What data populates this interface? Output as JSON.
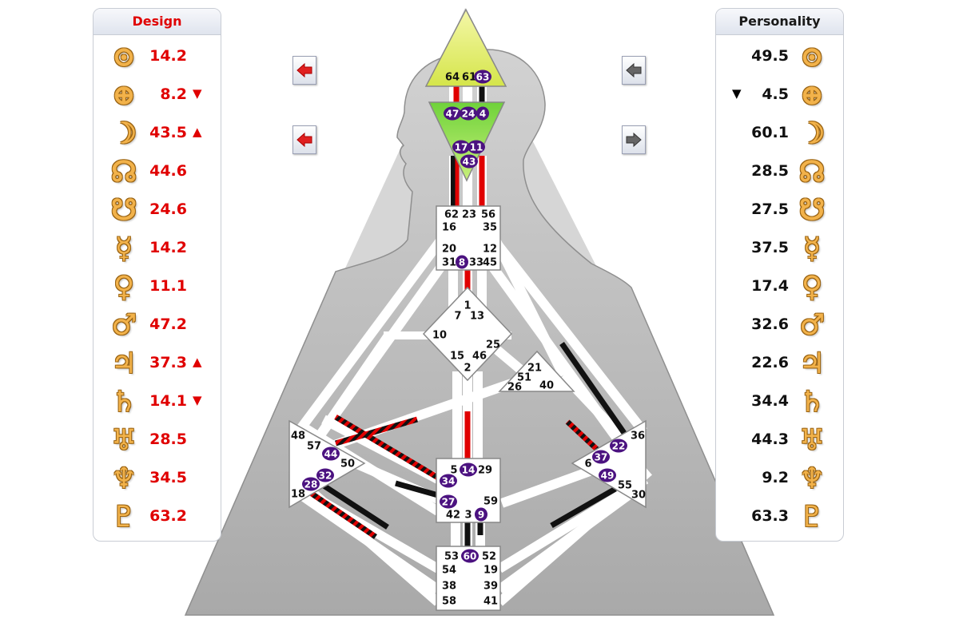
{
  "design": {
    "title": "Design",
    "rows": [
      {
        "icon": "sun-icon",
        "glyph": "⊙",
        "value": "14.2",
        "arrow": ""
      },
      {
        "icon": "earth-icon",
        "glyph": "⊕",
        "value": "8.2",
        "arrow": "▼"
      },
      {
        "icon": "moon-icon",
        "glyph": "☽",
        "value": "43.5",
        "arrow": "▲"
      },
      {
        "icon": "north-node-icon",
        "glyph": "☊",
        "value": "44.6",
        "arrow": ""
      },
      {
        "icon": "south-node-icon",
        "glyph": "☋",
        "value": "24.6",
        "arrow": ""
      },
      {
        "icon": "mercury-icon",
        "glyph": "☿",
        "value": "14.2",
        "arrow": ""
      },
      {
        "icon": "venus-icon",
        "glyph": "♀",
        "value": "11.1",
        "arrow": ""
      },
      {
        "icon": "mars-icon",
        "glyph": "♂",
        "value": "47.2",
        "arrow": ""
      },
      {
        "icon": "jupiter-icon",
        "glyph": "♃",
        "value": "37.3",
        "arrow": "▲"
      },
      {
        "icon": "saturn-icon",
        "glyph": "♄",
        "value": "14.1",
        "arrow": "▼"
      },
      {
        "icon": "uranus-icon",
        "glyph": "♅",
        "value": "28.5",
        "arrow": ""
      },
      {
        "icon": "neptune-icon",
        "glyph": "♆",
        "value": "34.5",
        "arrow": ""
      },
      {
        "icon": "pluto-icon",
        "glyph": "♇",
        "value": "63.2",
        "arrow": ""
      }
    ]
  },
  "personality": {
    "title": "Personality",
    "rows": [
      {
        "icon": "sun-icon",
        "glyph": "⊙",
        "value": "49.5",
        "arrow": ""
      },
      {
        "icon": "earth-icon",
        "glyph": "⊕",
        "value": "4.5",
        "arrow": "▼"
      },
      {
        "icon": "moon-icon",
        "glyph": "☽",
        "value": "60.1",
        "arrow": ""
      },
      {
        "icon": "north-node-icon",
        "glyph": "☊",
        "value": "28.5",
        "arrow": ""
      },
      {
        "icon": "south-node-icon",
        "glyph": "☋",
        "value": "27.5",
        "arrow": ""
      },
      {
        "icon": "mercury-icon",
        "glyph": "☿",
        "value": "37.5",
        "arrow": ""
      },
      {
        "icon": "venus-icon",
        "glyph": "♀",
        "value": "17.4",
        "arrow": ""
      },
      {
        "icon": "mars-icon",
        "glyph": "♂",
        "value": "32.6",
        "arrow": ""
      },
      {
        "icon": "jupiter-icon",
        "glyph": "♃",
        "value": "22.6",
        "arrow": ""
      },
      {
        "icon": "saturn-icon",
        "glyph": "♄",
        "value": "34.4",
        "arrow": ""
      },
      {
        "icon": "uranus-icon",
        "glyph": "♅",
        "value": "44.3",
        "arrow": ""
      },
      {
        "icon": "neptune-icon",
        "glyph": "♆",
        "value": "9.2",
        "arrow": ""
      },
      {
        "icon": "pluto-icon",
        "glyph": "♇",
        "value": "63.3",
        "arrow": ""
      }
    ]
  },
  "colors": {
    "design": "#e00000",
    "personality": "#111111",
    "gate_highlight": "#4b1280",
    "head_center": "#e2ef66",
    "ajna_center": "#a6e84c",
    "planet_gold": "#f2b24a"
  },
  "gates": [
    {
      "id": "64",
      "active": false
    },
    {
      "id": "61",
      "active": false
    },
    {
      "id": "63",
      "active": true
    },
    {
      "id": "47",
      "active": true
    },
    {
      "id": "24",
      "active": true
    },
    {
      "id": "4",
      "active": true
    },
    {
      "id": "17",
      "active": true
    },
    {
      "id": "11",
      "active": true
    },
    {
      "id": "43",
      "active": true
    },
    {
      "id": "62",
      "active": false
    },
    {
      "id": "23",
      "active": false
    },
    {
      "id": "56",
      "active": false
    },
    {
      "id": "16",
      "active": false
    },
    {
      "id": "35",
      "active": false
    },
    {
      "id": "20",
      "active": false
    },
    {
      "id": "12",
      "active": false
    },
    {
      "id": "31",
      "active": false
    },
    {
      "id": "8",
      "active": true
    },
    {
      "id": "33",
      "active": false
    },
    {
      "id": "45",
      "active": false
    },
    {
      "id": "1",
      "active": false
    },
    {
      "id": "7",
      "active": false
    },
    {
      "id": "13",
      "active": false
    },
    {
      "id": "10",
      "active": false
    },
    {
      "id": "25",
      "active": false
    },
    {
      "id": "15",
      "active": false
    },
    {
      "id": "46",
      "active": false
    },
    {
      "id": "2",
      "active": false
    },
    {
      "id": "21",
      "active": false
    },
    {
      "id": "51",
      "active": false
    },
    {
      "id": "26",
      "active": false
    },
    {
      "id": "40",
      "active": false
    },
    {
      "id": "48",
      "active": false
    },
    {
      "id": "57",
      "active": false
    },
    {
      "id": "44",
      "active": true
    },
    {
      "id": "50",
      "active": false
    },
    {
      "id": "32",
      "active": true
    },
    {
      "id": "28",
      "active": true
    },
    {
      "id": "18",
      "active": false
    },
    {
      "id": "36",
      "active": false
    },
    {
      "id": "22",
      "active": true
    },
    {
      "id": "37",
      "active": true
    },
    {
      "id": "6",
      "active": false
    },
    {
      "id": "49",
      "active": true
    },
    {
      "id": "55",
      "active": false
    },
    {
      "id": "30",
      "active": false
    },
    {
      "id": "5",
      "active": false
    },
    {
      "id": "14",
      "active": true
    },
    {
      "id": "29",
      "active": false
    },
    {
      "id": "34",
      "active": true
    },
    {
      "id": "27",
      "active": true
    },
    {
      "id": "59",
      "active": false
    },
    {
      "id": "42",
      "active": false
    },
    {
      "id": "3",
      "active": false
    },
    {
      "id": "9",
      "active": true
    },
    {
      "id": "53",
      "active": false
    },
    {
      "id": "60",
      "active": true
    },
    {
      "id": "52",
      "active": false
    },
    {
      "id": "54",
      "active": false
    },
    {
      "id": "19",
      "active": false
    },
    {
      "id": "38",
      "active": false
    },
    {
      "id": "39",
      "active": false
    },
    {
      "id": "58",
      "active": false
    },
    {
      "id": "41",
      "active": false
    }
  ]
}
